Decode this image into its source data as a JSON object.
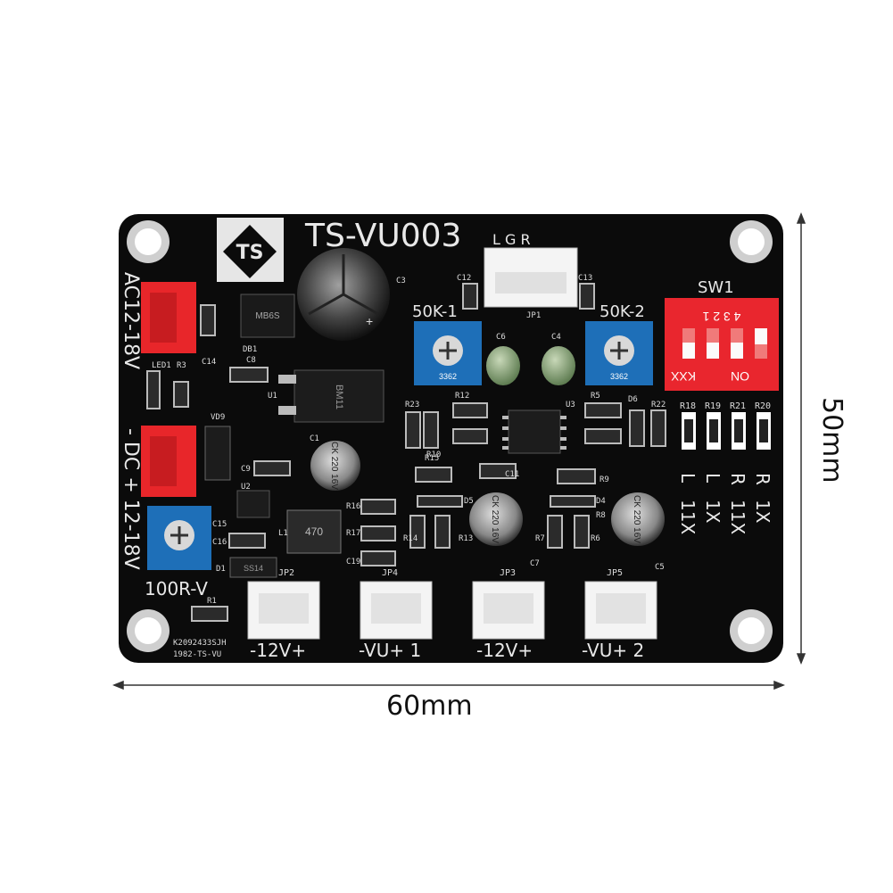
{
  "board": {
    "title": "TS-VU003",
    "logo_text": "TS",
    "input_ac_label": "AC12-18V",
    "input_dc_label": "- DC + 12-18V",
    "pot_label_1": "50K-1",
    "pot_label_2": "50K-2",
    "pot_label_3": "100R-V",
    "pot_code": "3362",
    "switch_label": "SW1",
    "switch_numbers": "4 3 2 1",
    "switch_kxx": "KXX",
    "switch_on": "ON",
    "jp1_pins": "L G R",
    "connector_labels": [
      "-12V+",
      "-VU+ 1",
      "-12V+",
      "-VU+ 2"
    ],
    "connector_ids": [
      "JP2",
      "JP4",
      "JP3",
      "JP5"
    ],
    "sw_table": [
      [
        "R",
        "1X"
      ],
      [
        "R",
        "11X"
      ],
      [
        "L",
        "1X"
      ],
      [
        "L",
        "11X"
      ]
    ],
    "resistor_labels": [
      "R18",
      "R19",
      "R21",
      "R20"
    ],
    "cap_c3_text": "+",
    "cap_220_text": "CK 220 16V",
    "cap_c1_text": "CK 220 16V",
    "ic_text": "BM11",
    "inductor_text": "470",
    "ss14_text": "SS14",
    "bridge_text": "MB6S",
    "serial_1": "K2092433SJH",
    "serial_2": "1982-TS-VU",
    "part_labels": [
      "C12",
      "C13",
      "C3",
      "C14",
      "C8",
      "DB1",
      "LED1",
      "R3",
      "U1",
      "VD9",
      "C1",
      "C9",
      "U2",
      "C16",
      "L1",
      "D1",
      "C15",
      "R12",
      "R23",
      "R15",
      "R10",
      "C6",
      "C4",
      "U3",
      "R5",
      "D6",
      "R22",
      "C11",
      "R9",
      "R16",
      "R17",
      "R14",
      "R13",
      "D5",
      "R7",
      "C7",
      "D4",
      "R8",
      "R6",
      "C5",
      "C19",
      "JP1",
      "R1"
    ]
  },
  "dimensions": {
    "width": "60mm",
    "height": "50mm"
  },
  "colors": {
    "pcb": "#0b0b0b",
    "silk": "#e8e8e8",
    "connector_red": "#e8262a",
    "pot_blue": "#1e6fb8",
    "dip_red": "#e9262e",
    "white_conn": "#f4f4f4"
  }
}
